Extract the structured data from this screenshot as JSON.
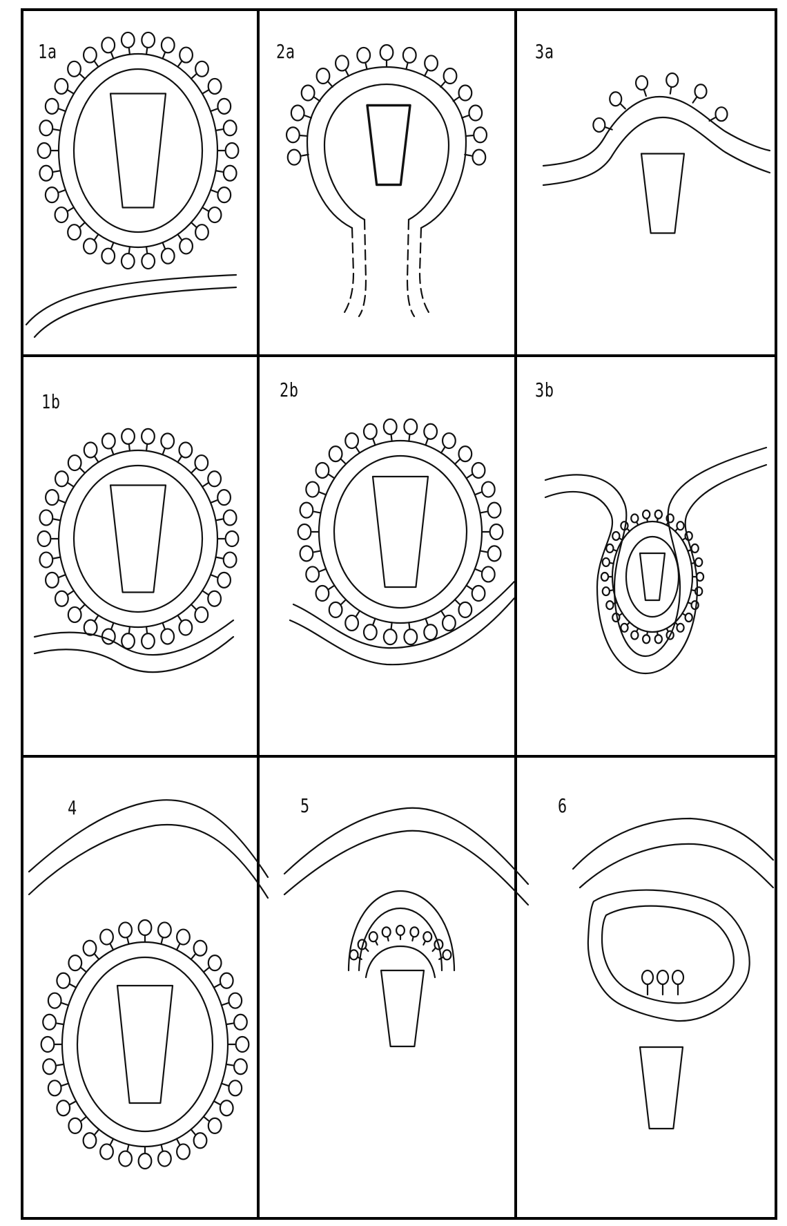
{
  "panels": [
    {
      "id": "1a",
      "label": "1a"
    },
    {
      "id": "2a",
      "label": "2a"
    },
    {
      "id": "3a",
      "label": "3a"
    },
    {
      "id": "1b",
      "label": "1b"
    },
    {
      "id": "2b",
      "label": "2b"
    },
    {
      "id": "3b",
      "label": "3b"
    },
    {
      "id": "4",
      "label": "4"
    },
    {
      "id": "5",
      "label": "5"
    },
    {
      "id": "6",
      "label": "6"
    }
  ],
  "colors": {
    "line": "#111111",
    "frame": "#000000",
    "background": "#ffffff"
  },
  "icon_names": [
    "virus-particle-icon",
    "capsid-icon",
    "membrane-icon",
    "spike-icon"
  ]
}
